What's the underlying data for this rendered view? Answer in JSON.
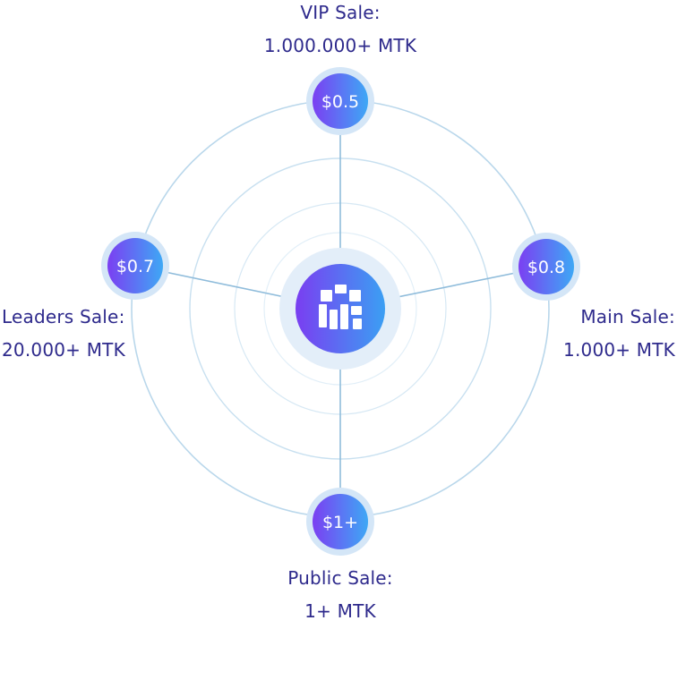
{
  "center": {
    "icon": "mtk-logo-icon"
  },
  "nodes": [
    {
      "id": "vip",
      "price": "$0.5",
      "title": "VIP Sale:",
      "amount": "1.000.000+ MTK"
    },
    {
      "id": "main",
      "price": "$0.8",
      "title": "Main Sale:",
      "amount": "1.000+ MTK"
    },
    {
      "id": "public",
      "price": "$1+",
      "title": "Public Sale:",
      "amount": "1+ MTK"
    },
    {
      "id": "leaders",
      "price": "$0.7",
      "title": "Leaders Sale:",
      "amount": "20.000+ MTK"
    }
  ],
  "colors": {
    "text": "#2e2a8c",
    "gradient_start": "#7b3ff2",
    "gradient_end": "#3ea8f5",
    "ring": "#b8d6ea",
    "halo": "#d6e9f8"
  }
}
